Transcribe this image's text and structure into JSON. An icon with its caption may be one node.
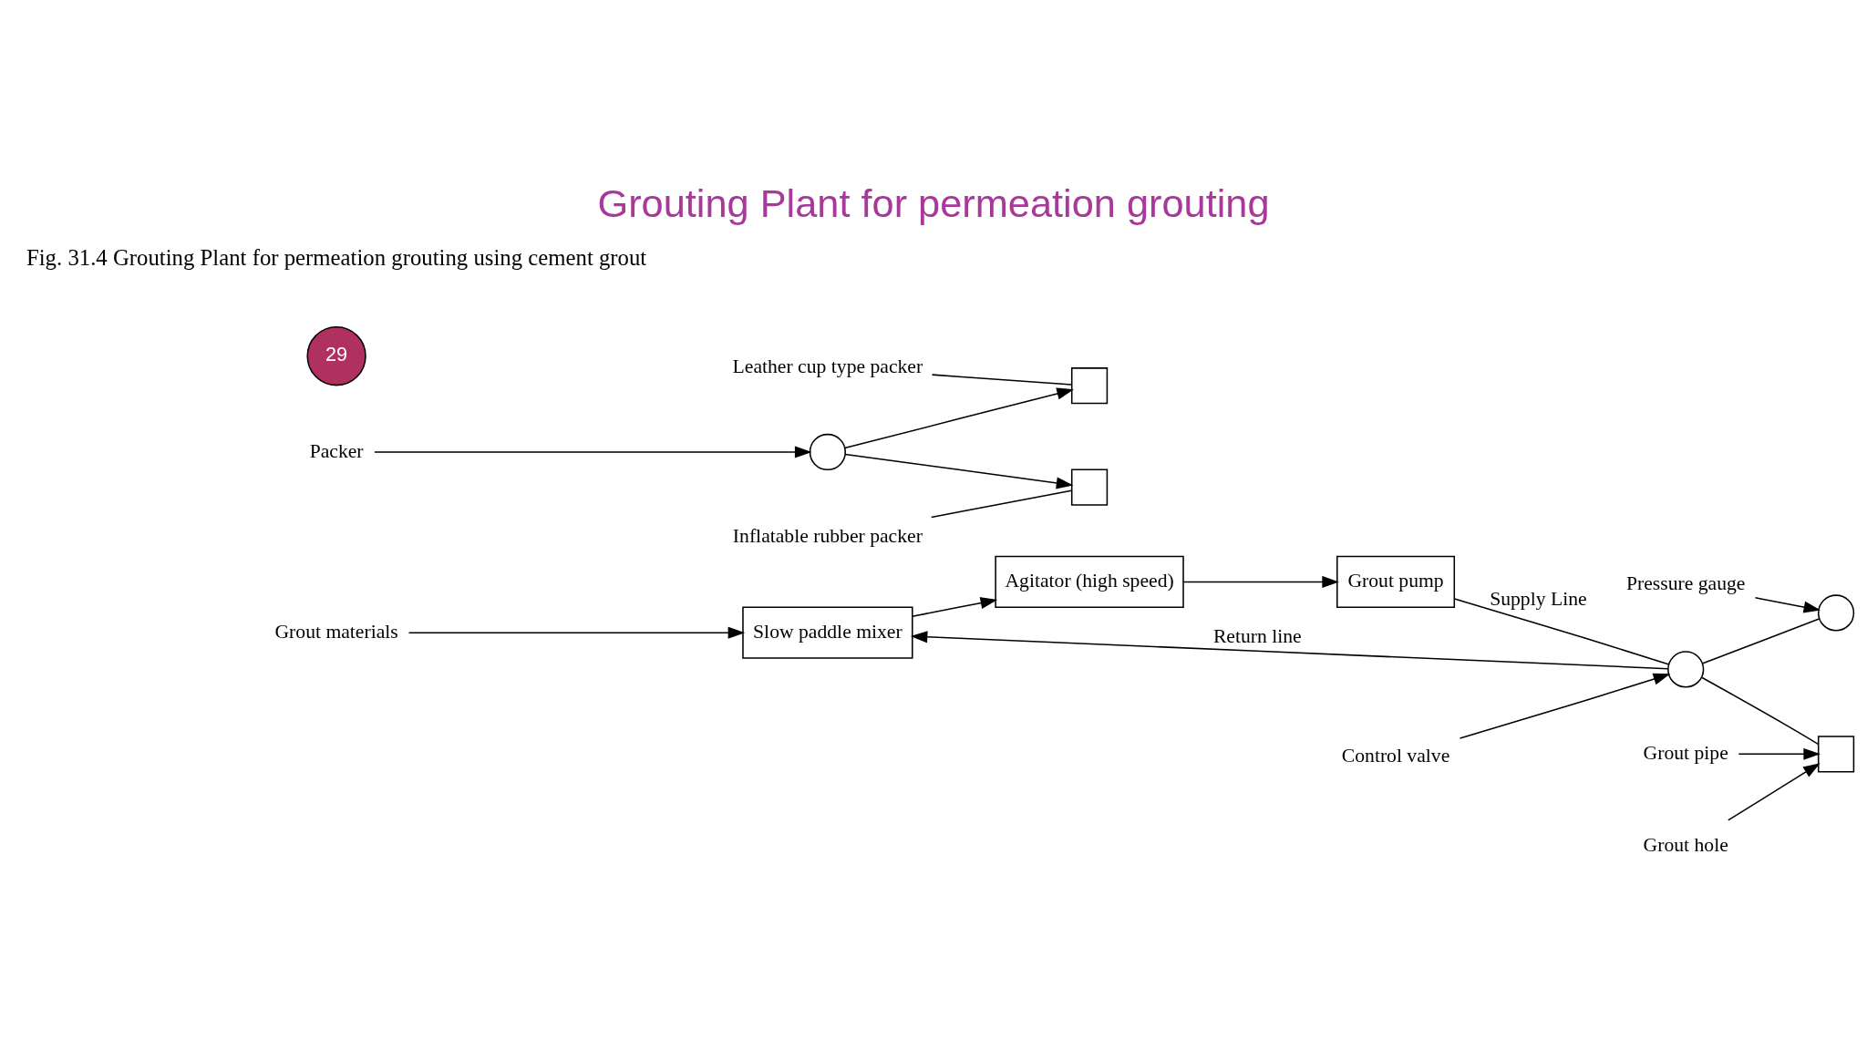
{
  "diagram": {
    "title": "Grouting Plant for permeation grouting",
    "caption": "Fig. 31.4 Grouting Plant for permeation grouting using cement grout",
    "nodes": [
      {
        "text": [
          "Grout materials"
        ]
      },
      {
        "text": [
          "Slow paddle mixer"
        ]
      },
      {
        "text": [
          "Agitator (high speed)"
        ]
      },
      {
        "text": [
          "Grout pump"
        ]
      },
      {
        "text": [
          "Pressure gauge"
        ]
      },
      {
        "text": [],
        "shape": "circle"
      },
      {
        "text": [
          "Control valve"
        ]
      },
      {
        "text": [],
        "shape": "circle"
      },
      {
        "text": [],
        "shape": "box"
      },
      {
        "text": [
          "Grout pipe"
        ]
      },
      {
        "text": [
          "Packer"
        ]
      },
      {
        "text": [
          "Grout hole"
        ]
      },
      {
        "text": [],
        "shape": "circle"
      },
      {
        "text": [],
        "shape": "box"
      },
      {
        "text": [
          "Leather cup type packer"
        ]
      },
      {
        "text": [],
        "shape": "box"
      },
      {
        "text": [
          "Inflatable rubber packer"
        ]
      }
    ],
    "edges": [
      {
        "from": 0,
        "to": 1,
        "arrow": "to"
      },
      {
        "from": 1,
        "to": 2,
        "arrow": "to"
      },
      {
        "from": 2,
        "to": 3,
        "arrow": "to"
      },
      {
        "from": 3,
        "to": 7,
        "label": "Supply Line",
        "arrow": "none"
      },
      {
        "from": 7,
        "to": 1,
        "label": "Return line",
        "arrow": "to"
      },
      {
        "from": 7,
        "to": 5,
        "arrow": "none"
      },
      {
        "from": 4,
        "to": 5,
        "arrow": "to"
      },
      {
        "from": 6,
        "to": 7,
        "arrow": "to"
      },
      {
        "from": 7,
        "to": 8,
        "arrow": "none"
      },
      {
        "from": 9,
        "to": 8,
        "arrow": "to"
      },
      {
        "from": 10,
        "to": 12,
        "arrow": "to"
      },
      {
        "from": 11,
        "to": 8,
        "arrow": "to"
      },
      {
        "from": 12,
        "to": 13,
        "arrow": "to"
      },
      {
        "from": 12,
        "to": 15,
        "arrow": "to"
      },
      {
        "from": 14,
        "to": 13,
        "arrow": "none"
      },
      {
        "from": 16,
        "to": 15,
        "arrow": "none"
      }
    ],
    "labels": [
      "29"
    ]
  }
}
